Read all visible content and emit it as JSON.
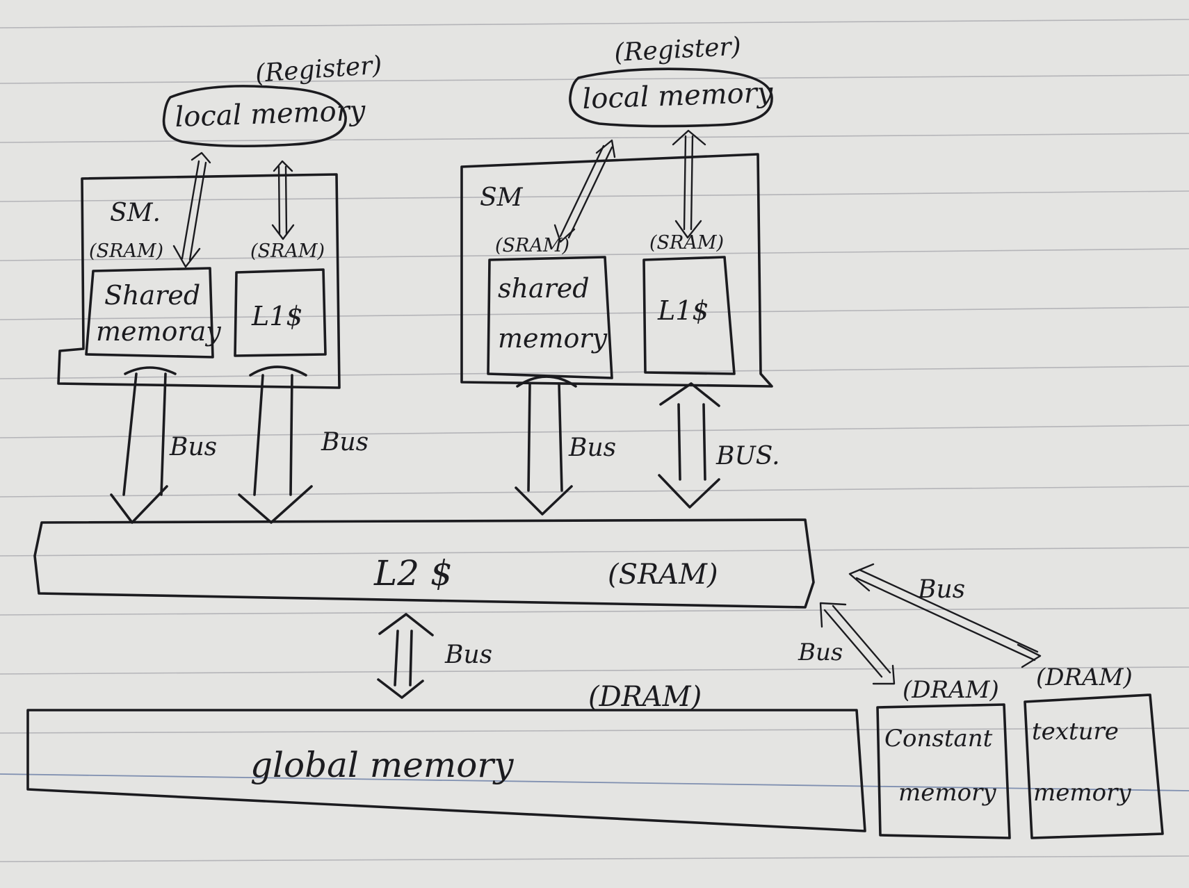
{
  "left_sm": {
    "register_label": "(Register)",
    "local_memory_label": "local memory",
    "sm_label": "SM.",
    "shared_sram_label": "(SRAM)",
    "l1_sram_label": "(SRAM)",
    "shared_line1": "Shared",
    "shared_line2": "memoray",
    "l1_label": "L1$",
    "bus_left": "Bus",
    "bus_right": "Bus"
  },
  "right_sm": {
    "register_label": "(Register)",
    "local_memory_label": "local memory",
    "sm_label": "SM",
    "shared_sram_label": "(SRAM)",
    "l1_sram_label": "(SRAM)",
    "shared_line1": "shared",
    "shared_line2": "memory",
    "l1_label": "L1$",
    "bus_left": "Bus",
    "bus_right": "BUS."
  },
  "l2": {
    "label": "L2 $",
    "sram_label": "(SRAM)"
  },
  "global": {
    "bus_label": "Bus",
    "dram_label": "(DRAM)",
    "label": "global memory"
  },
  "constant": {
    "bus_label": "Bus",
    "dram_label": "(DRAM)",
    "line1": "Constant",
    "line2": "memory"
  },
  "texture": {
    "bus_label": "Bus",
    "dram_label": "(DRAM)",
    "line1": "texture",
    "line2": "memory"
  },
  "colors": {
    "ink": "#1b1b1f",
    "paper": "#e4e4e2",
    "rule": "#b4b4b8",
    "margin_rule": "#7f8fb0"
  }
}
